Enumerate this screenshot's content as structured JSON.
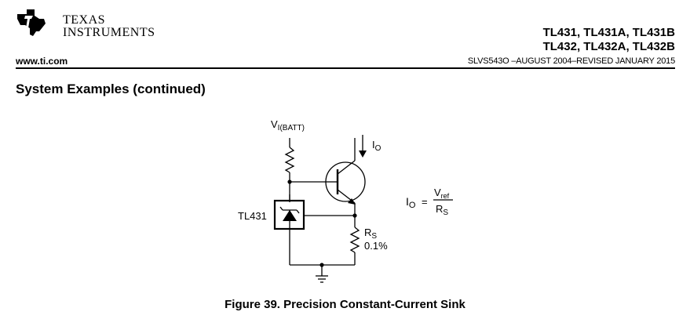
{
  "header": {
    "logo_line1": "TEXAS",
    "logo_line2": "INSTRUMENTS",
    "part_line1": "TL431, TL431A, TL431B",
    "part_line2": "TL432, TL432A, TL432B",
    "website": "www.ti.com",
    "doc_ref": "SLVS543O –AUGUST 2004–REVISED JANUARY 2015"
  },
  "section_title": "System Examples (continued)",
  "schematic": {
    "supply_label_main": "V",
    "supply_label_sub": "I(BATT)",
    "output_current_main": "I",
    "output_current_sub": "O",
    "device_label": "TL431",
    "resistor_label_main": "R",
    "resistor_label_sub": "S",
    "resistor_tolerance": "0.1%",
    "equation_lhs_main": "I",
    "equation_lhs_sub": "O",
    "equation_equals": "=",
    "equation_num_main": "V",
    "equation_num_sub": "ref",
    "equation_den_main": "R",
    "equation_den_sub": "S"
  },
  "figure_caption": "Figure 39.  Precision Constant-Current Sink",
  "colors": {
    "ink": "#000000",
    "logo": "#000000"
  }
}
